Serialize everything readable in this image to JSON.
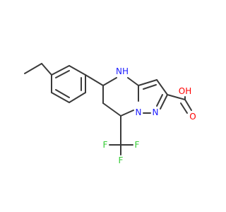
{
  "structure": {
    "atoms": {
      "nh": "NH",
      "n_upper": "N",
      "n_lower": "N",
      "oh": "OH",
      "o": "O",
      "f_left": "F",
      "f_mid": "F",
      "f_right": "F"
    },
    "colors": {
      "bond": "#3a3a3a",
      "nitrogen": "#1a1aff",
      "oxygen": "#ff0000",
      "fluorine": "#33cc33"
    }
  }
}
